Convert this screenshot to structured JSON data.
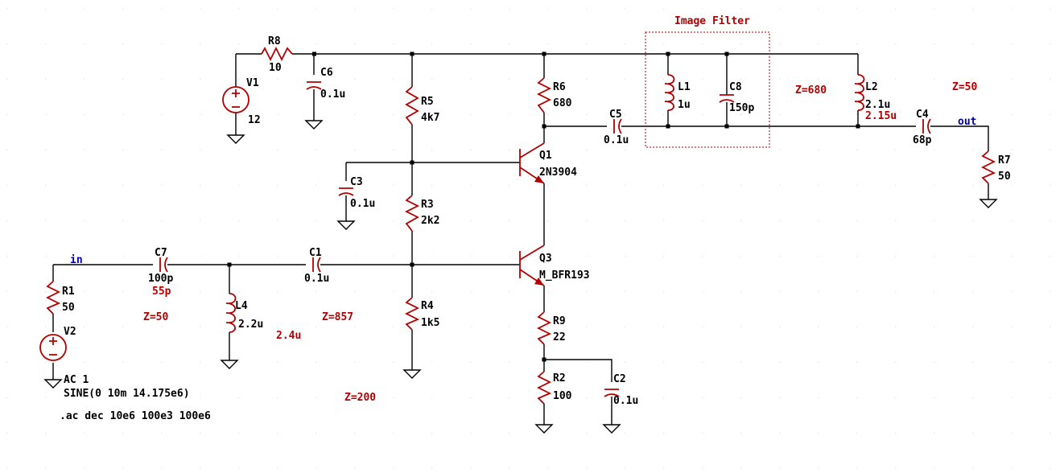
{
  "components": {
    "R8": {
      "ref": "R8",
      "value": "10"
    },
    "R5": {
      "ref": "R5",
      "value": "4k7"
    },
    "R6": {
      "ref": "R6",
      "value": "680"
    },
    "R3": {
      "ref": "R3",
      "value": "2k2"
    },
    "R4": {
      "ref": "R4",
      "value": "1k5"
    },
    "R9": {
      "ref": "R9",
      "value": "22"
    },
    "R2": {
      "ref": "R2",
      "value": "100"
    },
    "R1": {
      "ref": "R1",
      "value": "50"
    },
    "R7": {
      "ref": "R7",
      "value": "50"
    },
    "C6": {
      "ref": "C6",
      "value": "0.1u"
    },
    "C3": {
      "ref": "C3",
      "value": "0.1u"
    },
    "C5": {
      "ref": "C5",
      "value": "0.1u"
    },
    "C8": {
      "ref": "C8",
      "value": "150p"
    },
    "C4": {
      "ref": "C4",
      "value": "68p"
    },
    "C7": {
      "ref": "C7",
      "value": "100p"
    },
    "C1": {
      "ref": "C1",
      "value": "0.1u"
    },
    "C2": {
      "ref": "C2",
      "value": "0.1u"
    },
    "L1": {
      "ref": "L1",
      "value": "1u"
    },
    "L2": {
      "ref": "L2",
      "value": "2.1u"
    },
    "L4": {
      "ref": "L4",
      "value": "2.2u"
    },
    "Q1": {
      "ref": "Q1",
      "value": "2N3904"
    },
    "Q3": {
      "ref": "Q3",
      "value": "M_BFR193"
    },
    "V1": {
      "ref": "V1",
      "value": "12"
    },
    "V2": {
      "ref": "V2",
      "line1": "AC 1",
      "line2": "SINE(0 10m 14.175e6)"
    }
  },
  "nets": {
    "input": "in",
    "output": "out"
  },
  "directive": ".ac dec 10e6 100e3 100e6",
  "annotations": {
    "image_filter": "Image Filter",
    "z_680": "Z=680",
    "z_50_out": "Z=50",
    "z_50_in": "Z=50",
    "z_857": "Z=857",
    "z_200": "Z=200",
    "c7_alt": "55p",
    "l4_alt": "2.4u",
    "l2_alt": "2.15u"
  },
  "colors": {
    "wire": "#000000",
    "component": "#b20000",
    "net_label": "#0000b0",
    "background": "#ffffff"
  }
}
